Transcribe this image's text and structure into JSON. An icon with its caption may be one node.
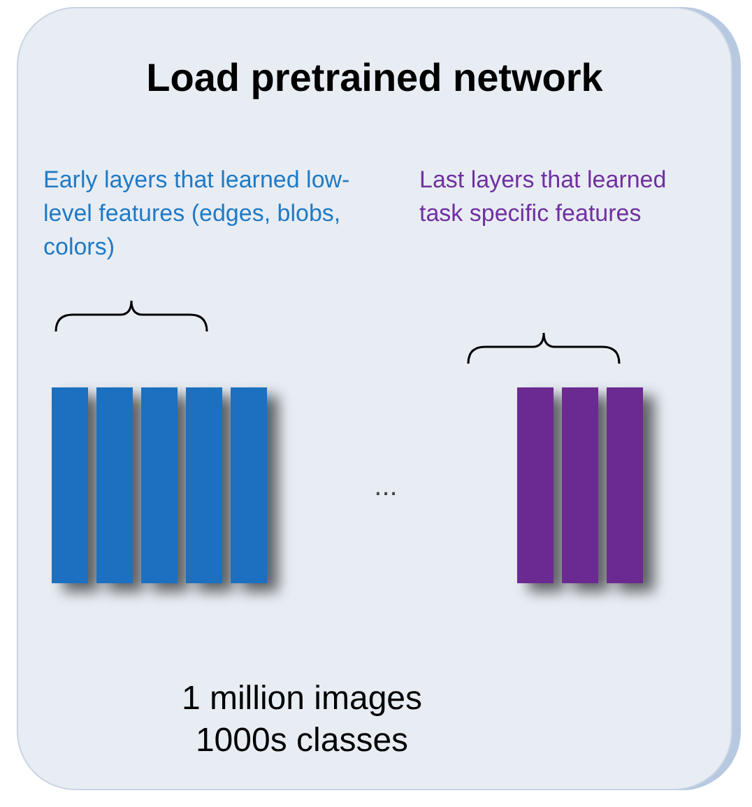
{
  "diagram": {
    "nodes": [
      {
        "text": [
          "Load pretrained network"
        ]
      }
    ],
    "labels": [
      "Early layers that learned low-level features (edges, blobs, colors)",
      "Last layers that learned task specific features",
      "...",
      "1 million images 1000s classes"
    ]
  }
}
